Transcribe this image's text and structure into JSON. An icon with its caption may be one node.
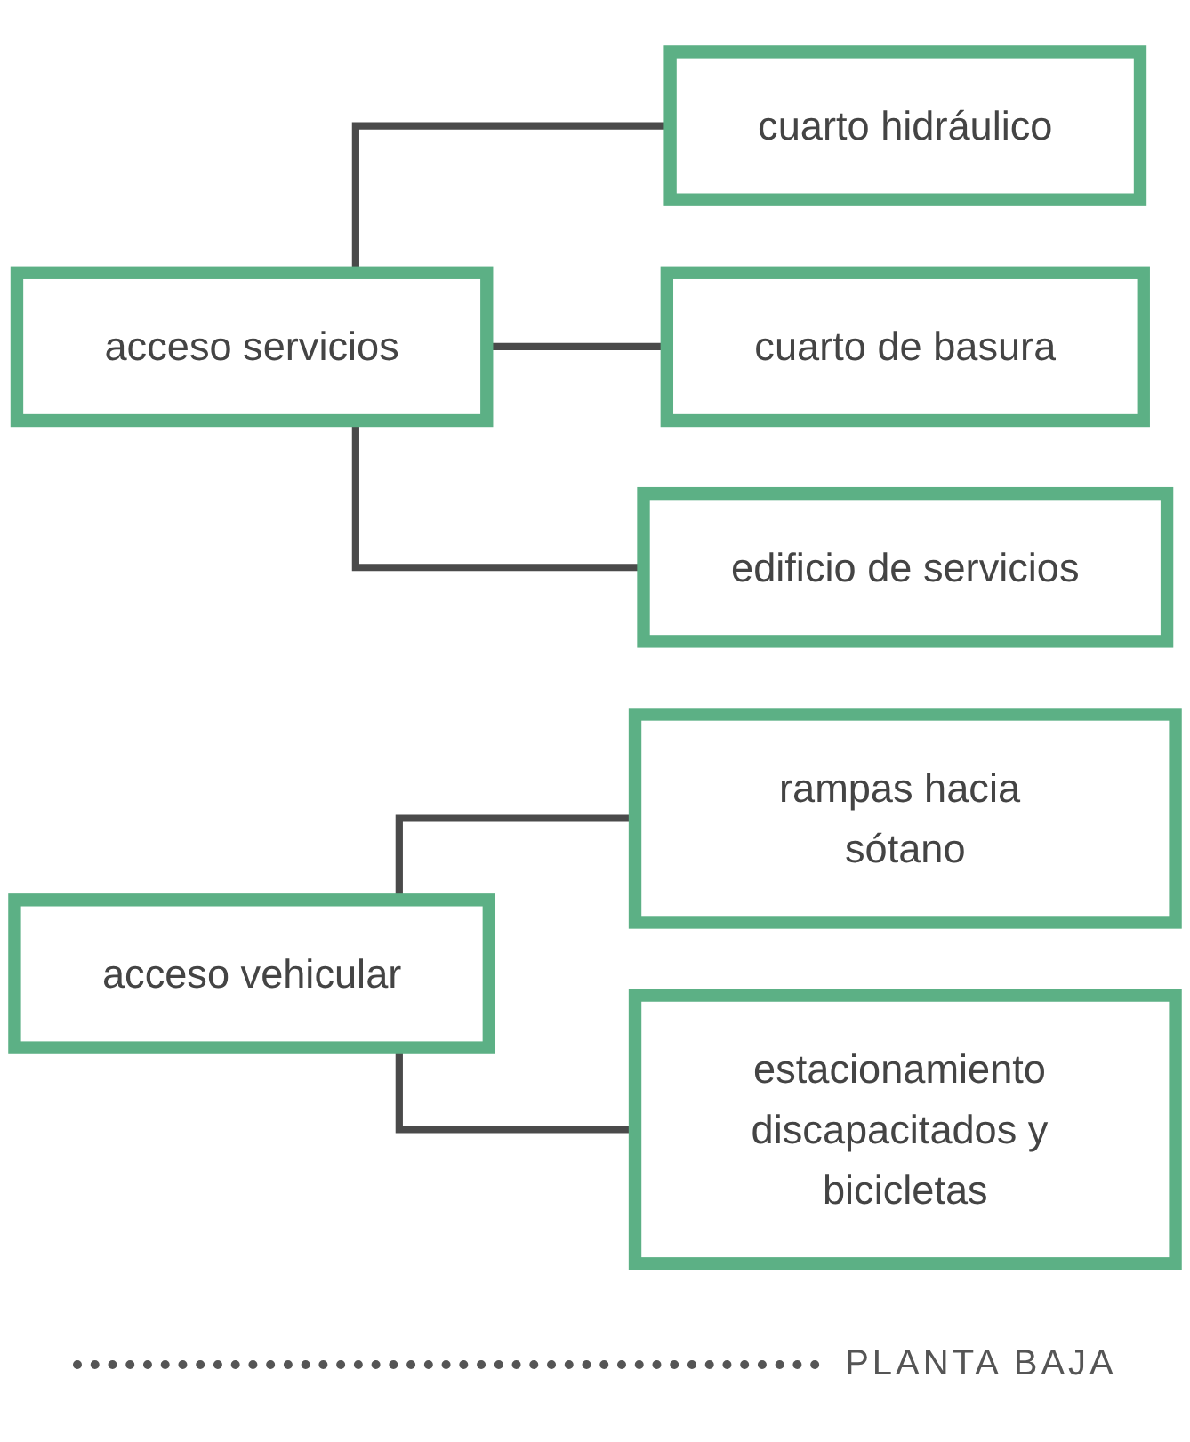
{
  "diagram": {
    "nodes": [
      {
        "text": [
          "cuarto hidráulico"
        ]
      },
      {
        "text": [
          "cuarto de basura"
        ]
      },
      {
        "text": [
          "acceso servicios"
        ]
      },
      {
        "text": [
          "edificio de servicios"
        ]
      },
      {
        "text": [
          "acceso vehicular"
        ]
      },
      {
        "text": [
          "rampas hacia sótano"
        ]
      },
      {
        "text": [
          "estacionamiento discapacitados y bicicletas"
        ]
      }
    ],
    "edges": [
      {
        "from": 2,
        "to": 0,
        "arrow": "none"
      },
      {
        "from": 2,
        "to": 1,
        "arrow": "none"
      },
      {
        "from": 2,
        "to": 3,
        "arrow": "none"
      },
      {
        "from": 4,
        "to": 5,
        "arrow": "none"
      },
      {
        "from": 4,
        "to": 6,
        "arrow": "none"
      }
    ],
    "labels": [
      "PLANTA BAJA"
    ]
  }
}
